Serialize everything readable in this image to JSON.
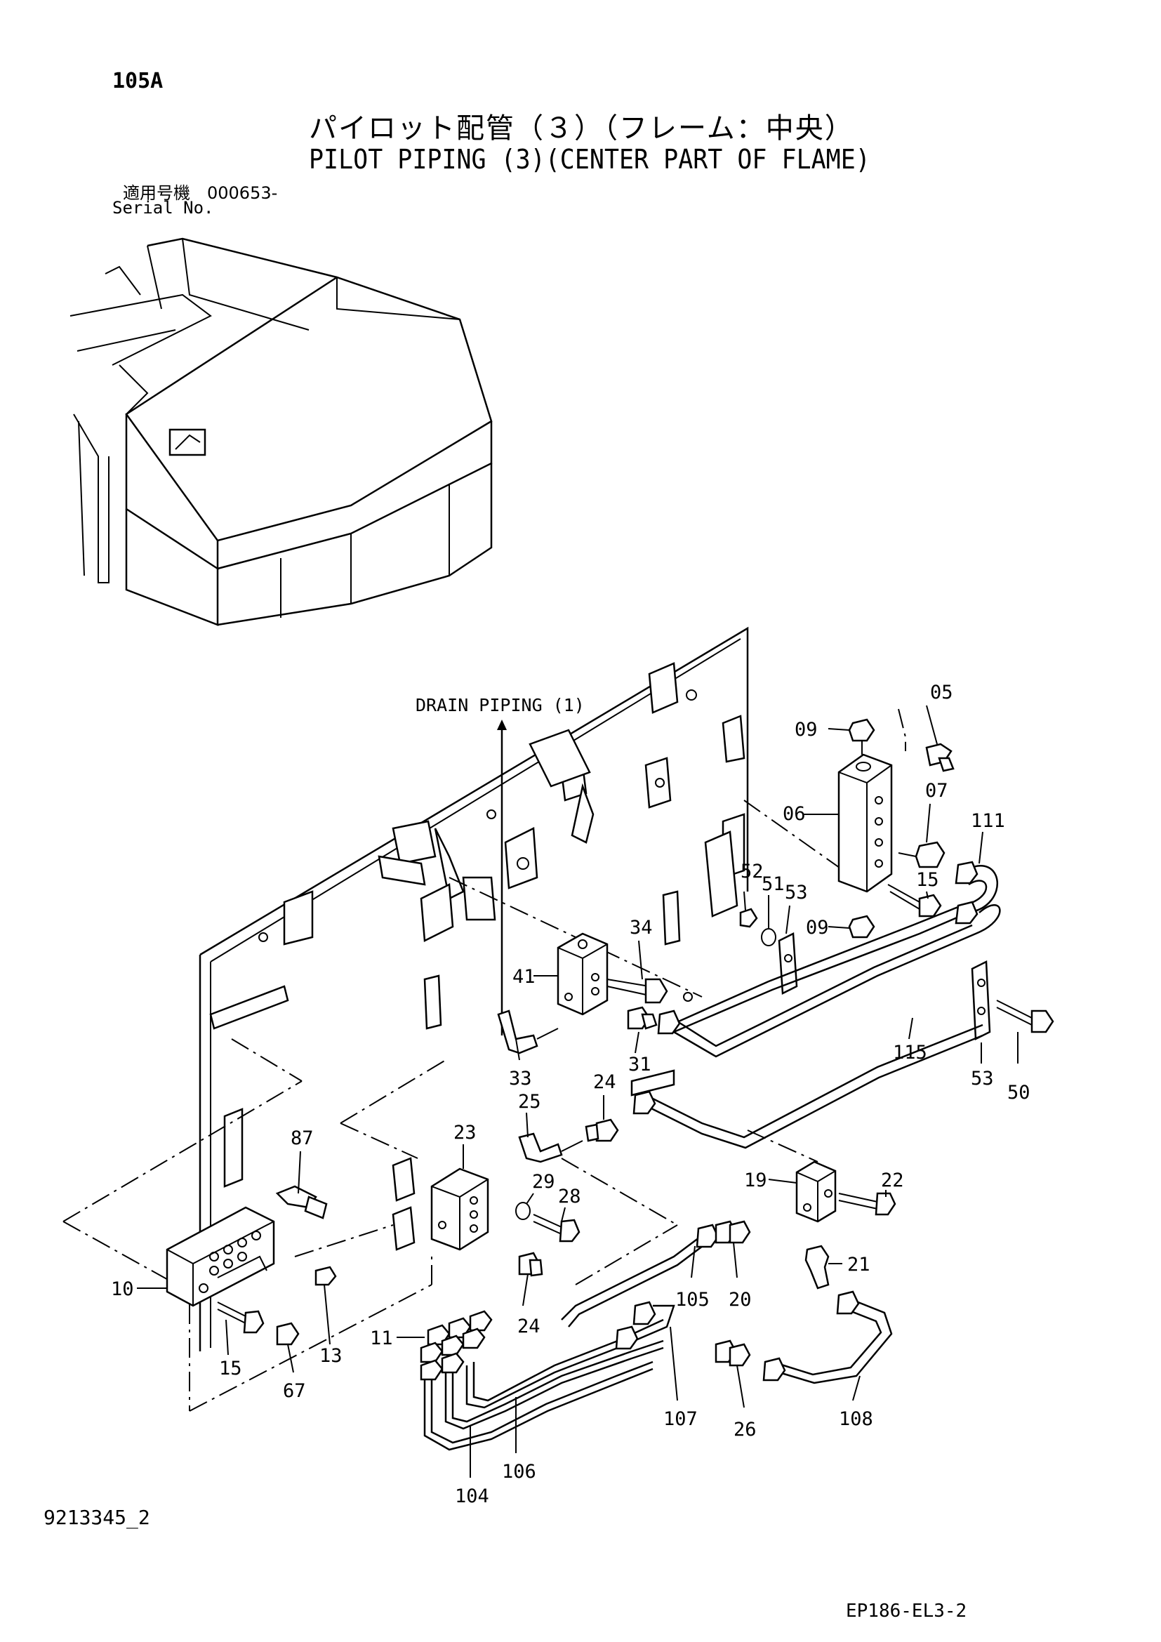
{
  "header": {
    "page_id": "105A",
    "title_jp": "パイロット配管（３）（フレーム：中央）",
    "title_en": "PILOT PIPING (3)(CENTER PART OF FLAME)",
    "serial_label_jp": "適用号機　000653-",
    "serial_label_en": "Serial No."
  },
  "annotation": {
    "drain_piping": "DRAIN PIPING (1)"
  },
  "parts": [
    {
      "id": "05"
    },
    {
      "id": "09"
    },
    {
      "id": "07"
    },
    {
      "id": "111"
    },
    {
      "id": "06"
    },
    {
      "id": "52"
    },
    {
      "id": "51"
    },
    {
      "id": "53"
    },
    {
      "id": "15"
    },
    {
      "id": "09"
    },
    {
      "id": "34"
    },
    {
      "id": "41"
    },
    {
      "id": "115"
    },
    {
      "id": "53"
    },
    {
      "id": "50"
    },
    {
      "id": "33"
    },
    {
      "id": "31"
    },
    {
      "id": "24"
    },
    {
      "id": "25"
    },
    {
      "id": "87"
    },
    {
      "id": "23"
    },
    {
      "id": "29"
    },
    {
      "id": "28"
    },
    {
      "id": "19"
    },
    {
      "id": "22"
    },
    {
      "id": "21"
    },
    {
      "id": "10"
    },
    {
      "id": "105"
    },
    {
      "id": "20"
    },
    {
      "id": "24"
    },
    {
      "id": "11"
    },
    {
      "id": "15"
    },
    {
      "id": "67"
    },
    {
      "id": "13"
    },
    {
      "id": "107"
    },
    {
      "id": "26"
    },
    {
      "id": "108"
    },
    {
      "id": "106"
    },
    {
      "id": "104"
    }
  ],
  "footer": {
    "doc_number": "9213345_2",
    "figure_code": "EP186-EL3-2"
  }
}
